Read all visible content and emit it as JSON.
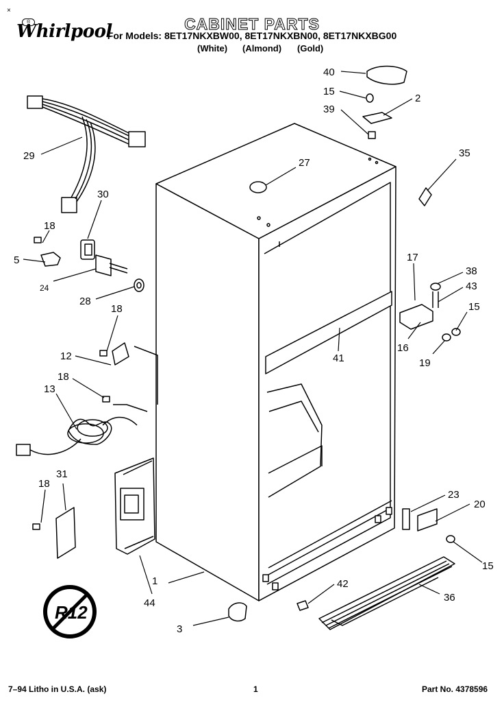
{
  "header": {
    "corner_mark": "×",
    "brand": "Whirlpool",
    "brand_registered": "®",
    "title": "CABINET PARTS",
    "models_line": "For Models: 8ET17NKXBW00, 8ET17NKXBN00, 8ET17NKXBG00",
    "colors": [
      "(White)",
      "(Almond)",
      "(Gold)"
    ]
  },
  "callouts": [
    "40",
    "15",
    "2",
    "39",
    "35",
    "27",
    "29",
    "30",
    "18",
    "5",
    "24",
    "28",
    "18",
    "12",
    "18",
    "13",
    "18",
    "31",
    "17",
    "38",
    "43",
    "15",
    "16",
    "19",
    "41",
    "23",
    "20",
    "15",
    "1",
    "44",
    "42",
    "36",
    "3"
  ],
  "badge": "R12",
  "footer": {
    "left": "7–94 Litho in U.S.A. (ask)",
    "center": "1",
    "right": "Part No. 4378596"
  }
}
